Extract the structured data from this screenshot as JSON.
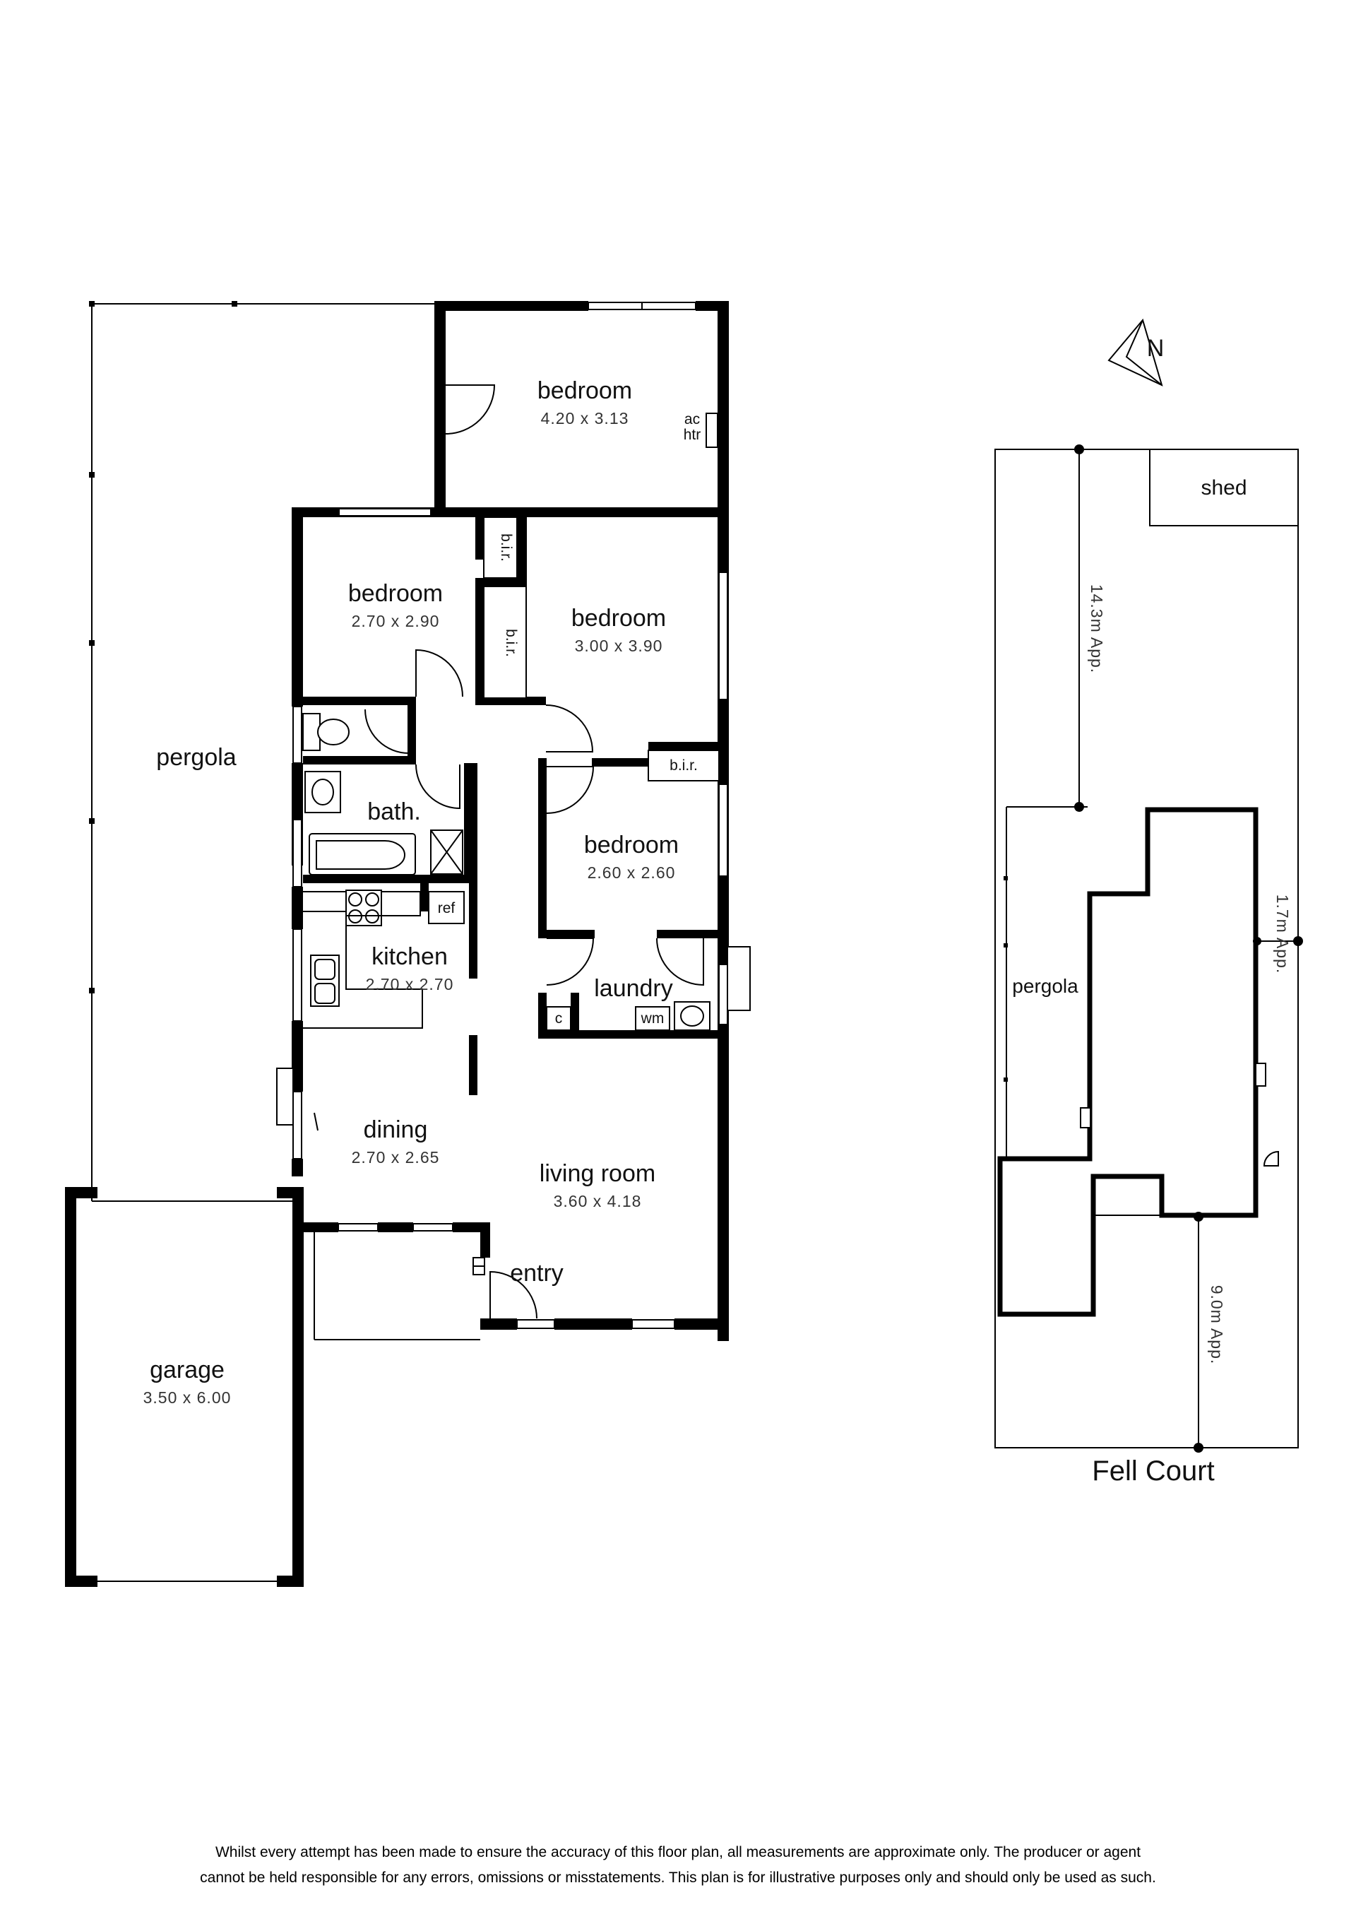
{
  "rooms": {
    "bedroom1": {
      "name": "bedroom",
      "dims": "4.20  x  3.13"
    },
    "bedroom2": {
      "name": "bedroom",
      "dims": "2.70  x  2.90"
    },
    "bedroom3": {
      "name": "bedroom",
      "dims": "3.00  x  3.90"
    },
    "bedroom4": {
      "name": "bedroom",
      "dims": "2.60  x  2.60"
    },
    "bath": {
      "name": "bath."
    },
    "kitchen": {
      "name": "kitchen",
      "dims": "2.70  x  2.70"
    },
    "laundry": {
      "name": "laundry"
    },
    "dining": {
      "name": "dining",
      "dims": "2.70  x  2.65"
    },
    "living": {
      "name": "living room",
      "dims": "3.60  x  4.18"
    },
    "entry": {
      "name": "entry"
    },
    "garage": {
      "name": "garage",
      "dims": "3.50  x  6.00"
    },
    "pergola": {
      "name": "pergola"
    }
  },
  "fixtures": {
    "ac_htr_top": "ac",
    "ac_htr_bottom": "htr",
    "bir": "b.i.r.",
    "ref": "ref",
    "wm": "wm",
    "c": "c"
  },
  "site": {
    "shed": "shed",
    "pergola": "pergola",
    "street": "Fell Court",
    "dim_rear": "14.3m  App.",
    "dim_side": "1.7m  App.",
    "dim_front": "9.0m  App."
  },
  "compass": "N",
  "disclaimer": {
    "line1": "Whilst every attempt has been made to ensure the accuracy of this floor plan, all measurements are approximate only. The producer or agent",
    "line2": "cannot be held responsible for any errors, omissions or misstatements. This plan is for illustrative purposes only and should only be used as such."
  }
}
